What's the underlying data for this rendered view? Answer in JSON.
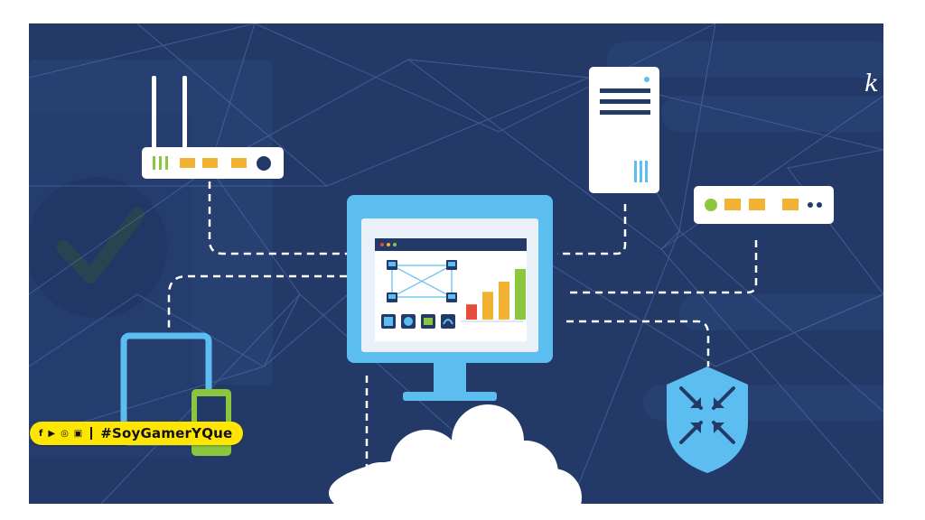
{
  "hashtag": "#SoyGamerYQue",
  "social_icons": [
    "f",
    "▶",
    "◎",
    "▣"
  ],
  "logo": "k",
  "colors": {
    "background": "#233a69",
    "monitor": "#5bbdf0",
    "accent_orange": "#f2b233",
    "accent_green": "#8cc63f",
    "accent_red": "#e74c3c",
    "cloud": "#ffffff",
    "badge": "#ffe600"
  },
  "chart_bars": [
    {
      "color": "#e74c3c",
      "value": 0.3
    },
    {
      "color": "#f2b233",
      "value": 0.55
    },
    {
      "color": "#f2b233",
      "value": 0.75
    },
    {
      "color": "#8cc63f",
      "value": 1.0
    }
  ]
}
